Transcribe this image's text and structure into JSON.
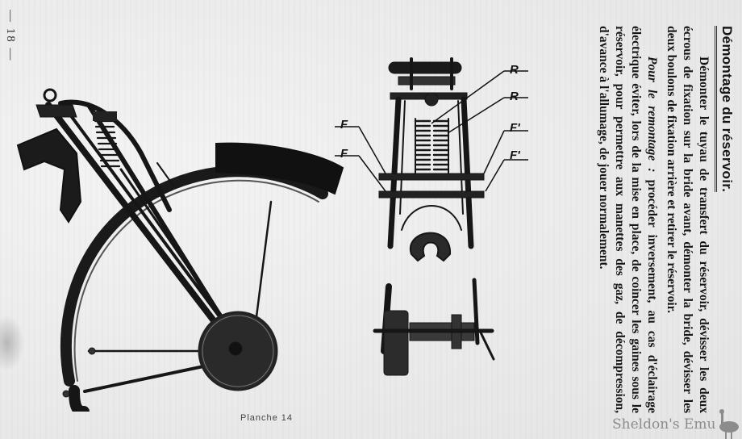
{
  "page": {
    "page_number": "— 18 —",
    "background_color": "#eeeeee"
  },
  "section": {
    "title": "Démontage du réservoir.",
    "paragraph_1": "Démonter le tuyau de transfert du réservoir, dévisser les deux écrous de fixation sur la bride avant, démonter la bride, dévisser les deux boulons de fixation arrière et retirer le réservoir.",
    "paragraph_2_prefix": "Pour le remontage :",
    "paragraph_2": " procéder inversement, au cas d'éclairage électrique éviter, lors de la mise en place, de coincer les gaines sous le réservoir, pour permettre aux manettes des gaz, de décompression, d'avance à l'allumage, de jouer normalement."
  },
  "figure": {
    "caption": "Planche 14",
    "labels": {
      "R1": "R",
      "R2": "R",
      "F1": "F",
      "F2": "F",
      "F3": "F'",
      "F4": "F'"
    }
  },
  "watermark": {
    "text": "Sheldon's Emu",
    "color": "#8c8c8c"
  }
}
